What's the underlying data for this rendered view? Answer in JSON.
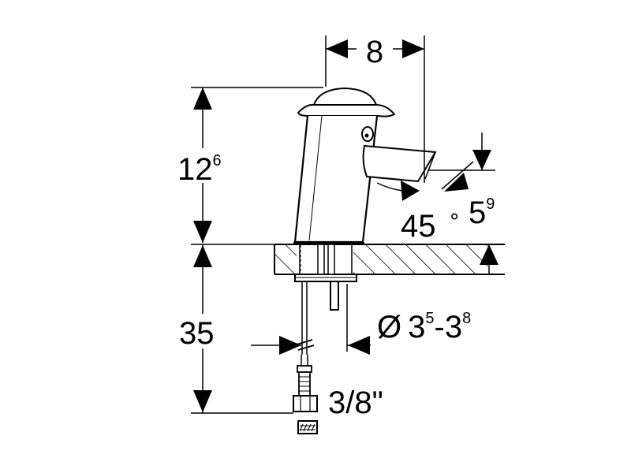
{
  "dimensions": {
    "top_width": "8",
    "body_height": {
      "main": "12",
      "sup": "6"
    },
    "spout_angle": {
      "value": "45",
      "symbol": "∘"
    },
    "spout_drop": {
      "main": "5",
      "sup": "9"
    },
    "shank_length": "35",
    "hole_diameter": {
      "symbol": "Ø",
      "min_main": "3",
      "min_sup": "5",
      "dash": "-",
      "max_main": "3",
      "max_sup": "8"
    },
    "connection_size": "3/8\""
  },
  "colors": {
    "line": "#000000",
    "background": "#ffffff"
  }
}
